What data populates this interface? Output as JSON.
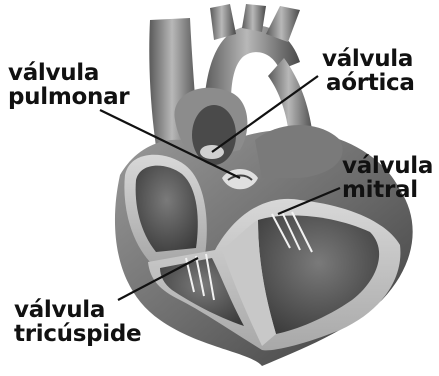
{
  "labels": {
    "pulmonary_valve": [
      "válvula",
      "pulmonar"
    ],
    "aortic_valve": [
      "válvula",
      "aórtica"
    ],
    "mitral_valve": [
      "válvula",
      "mitral"
    ],
    "tricuspid_valve": [
      "válvula",
      "tricúspide"
    ]
  }
}
